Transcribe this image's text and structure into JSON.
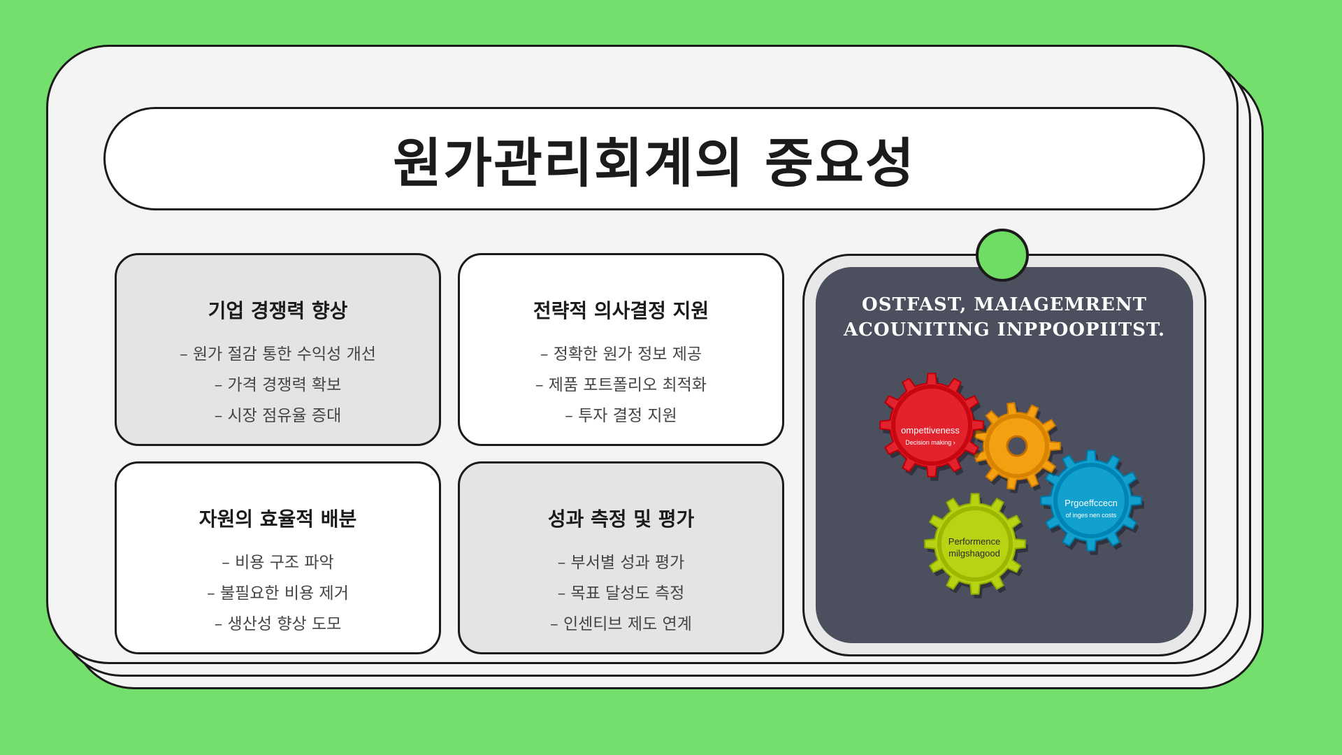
{
  "title": "원가관리회계의 중요성",
  "tiles": [
    {
      "heading": "기업 경쟁력 향상",
      "items": [
        "– 원가 절감 통한 수익성 개선",
        "– 가격 경쟁력 확보",
        "– 시장 점유율 증대"
      ]
    },
    {
      "heading": "전략적 의사결정 지원",
      "items": [
        "– 정확한 원가 정보 제공",
        "– 제품 포트폴리오 최적화",
        "– 투자 결정 지원"
      ]
    },
    {
      "heading": "자원의 효율적 배분",
      "items": [
        "– 비용 구조 파악",
        "– 불필요한 비용 제거",
        "– 생산성 향상 도모"
      ]
    },
    {
      "heading": "성과 측정 및 평가",
      "items": [
        "– 부서별 성과 평가",
        "– 목표 달성도 측정",
        "– 인센티브 제도 연계"
      ]
    }
  ],
  "infographic": {
    "title_line1": "OSTFAST, MAIAGEMRENT",
    "title_line2": "ACOUNITING INPPOOPIITST.",
    "gears": [
      {
        "name": "red-gear",
        "color": "#e2232e",
        "label": "ompettiveness",
        "sublabel": "Decision making ›"
      },
      {
        "name": "orange-gear",
        "color": "#f5a011",
        "label": "",
        "sublabel": ""
      },
      {
        "name": "blue-gear",
        "color": "#12a0cf",
        "label": "Prgoeffccecn",
        "sublabel": "of inges nen costs"
      },
      {
        "name": "green-gear",
        "color": "#b8d314",
        "label": "Performence",
        "sublabel": "milgshagood"
      }
    ]
  },
  "colors": {
    "background": "#75df6d",
    "card": "#f4f4f4",
    "outline": "#1b1b1b",
    "tile_gray": "#e4e4e4",
    "panel": "#4b4f5e",
    "pin": "#6fdc63"
  }
}
